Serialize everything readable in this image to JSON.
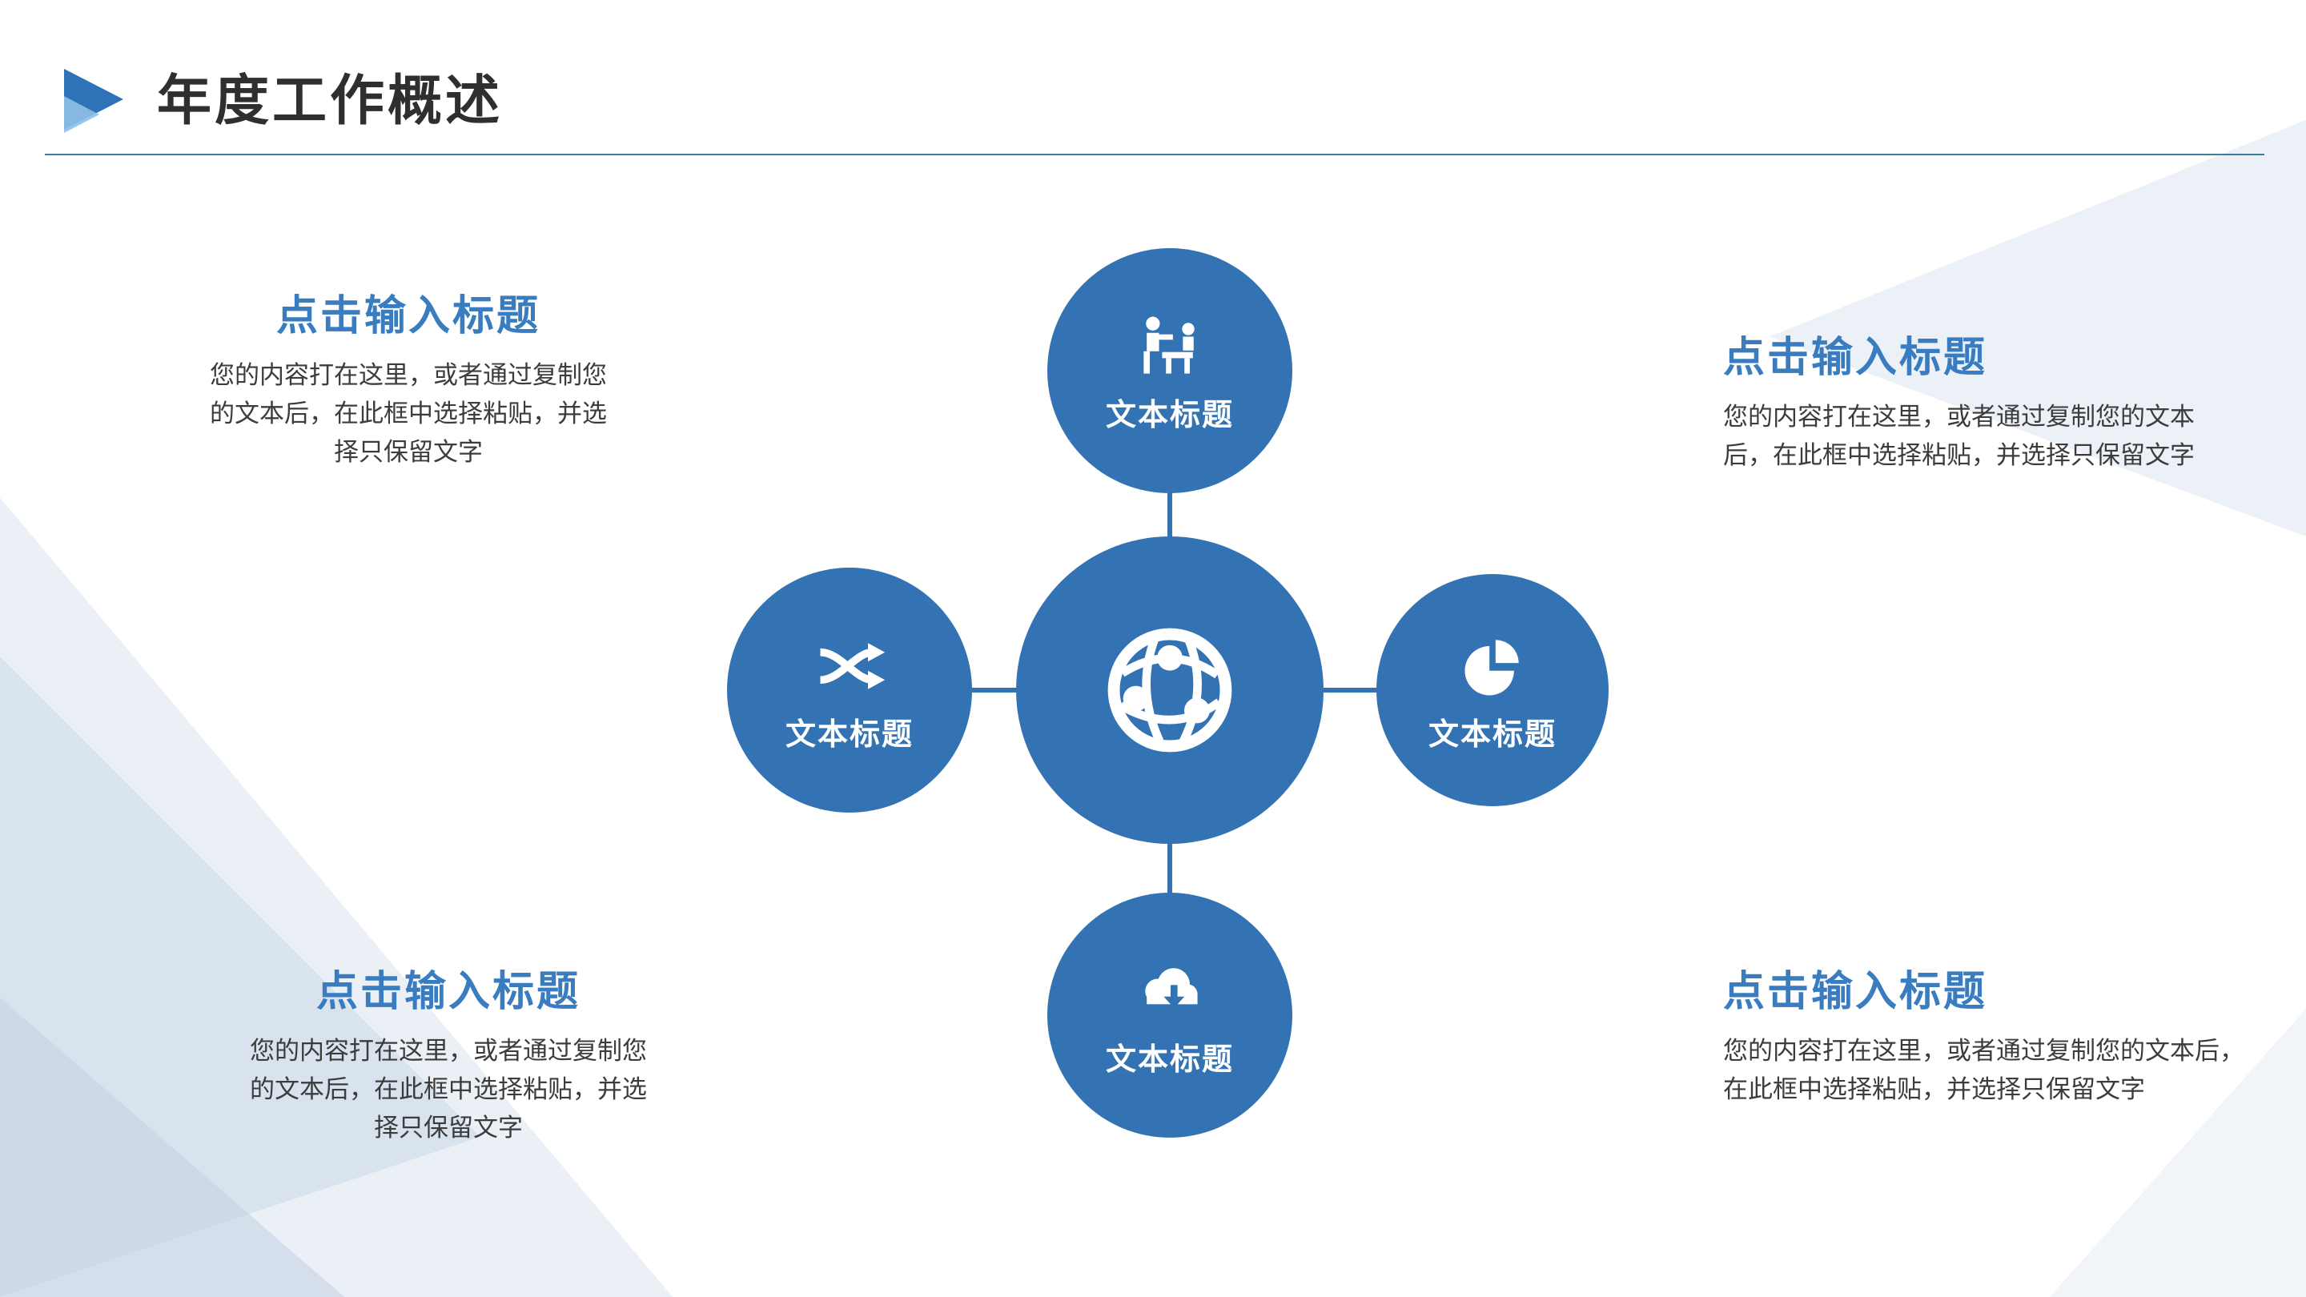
{
  "theme": {
    "accent": "#3473b3",
    "heading_color": "#3a7cc0",
    "title_color": "#2f2f2f",
    "divider_color": "#3f7d9e",
    "body_color": "#3c3c3c"
  },
  "header": {
    "title": "年度工作概述",
    "logo_icon": "play-triangle-icon"
  },
  "diagram": {
    "center": {
      "icon": "globe-network-icon"
    },
    "nodes": [
      {
        "position": "top",
        "icon": "presentation-meeting-icon",
        "label": "文本标题"
      },
      {
        "position": "left",
        "icon": "shuffle-arrows-icon",
        "label": "文本标题"
      },
      {
        "position": "right",
        "icon": "pie-chart-icon",
        "label": "文本标题"
      },
      {
        "position": "bottom",
        "icon": "cloud-download-icon",
        "label": "文本标题"
      }
    ]
  },
  "callouts": [
    {
      "position": "top-left",
      "title": "点击输入标题",
      "body": "您的内容打在这里，或者通过复制您的文本后，在此框中选择粘贴，并选择只保留文字"
    },
    {
      "position": "top-right",
      "title": "点击输入标题",
      "body": "您的内容打在这里，或者通过复制您的文本后，在此框中选择粘贴，并选择只保留文字"
    },
    {
      "position": "bottom-left",
      "title": "点击输入标题",
      "body": "您的内容打在这里，或者通过复制您的文本后，在此框中选择粘贴，并选择只保留文字"
    },
    {
      "position": "bottom-right",
      "title": "点击输入标题",
      "body": "您的内容打在这里，或者通过复制您的文本后，在此框中选择粘贴，并选择只保留文字"
    }
  ]
}
